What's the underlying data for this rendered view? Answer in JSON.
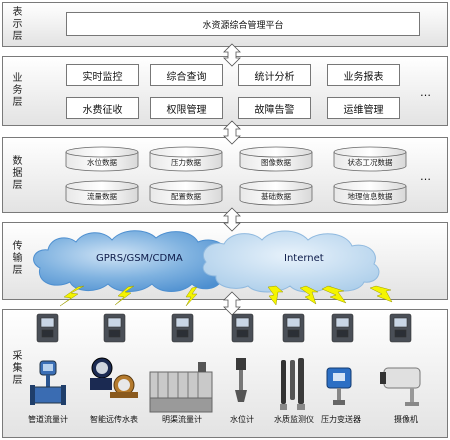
{
  "layers": {
    "presentation": "表示层",
    "business": "业务层",
    "data": "数据层",
    "transport": "传输层",
    "collection": "采集层"
  },
  "platform_title": "水资源综合管理平台",
  "business_modules": [
    "实时监控",
    "综合查询",
    "统计分析",
    "业务报表",
    "水费征收",
    "权限管理",
    "故障告警",
    "运维管理"
  ],
  "databases": [
    "水位数据",
    "压力数据",
    "图像数据",
    "状态工况数据",
    "流量数据",
    "配置数据",
    "基础数据",
    "地理信息数据"
  ],
  "networks": [
    "GPRS/GSM/CDMA",
    "Internet"
  ],
  "devices": [
    "管道流量计",
    "智能远传水表",
    "明渠流量计",
    "水位计",
    "水质监测仪",
    "压力变送器",
    "摄像机"
  ],
  "ellipsis": "…",
  "colors": {
    "cloud_main": "#5b9bd5",
    "cloud_light": "#a9cce9",
    "lightning": "#f4f400",
    "band_border": "#7a7a7a"
  }
}
